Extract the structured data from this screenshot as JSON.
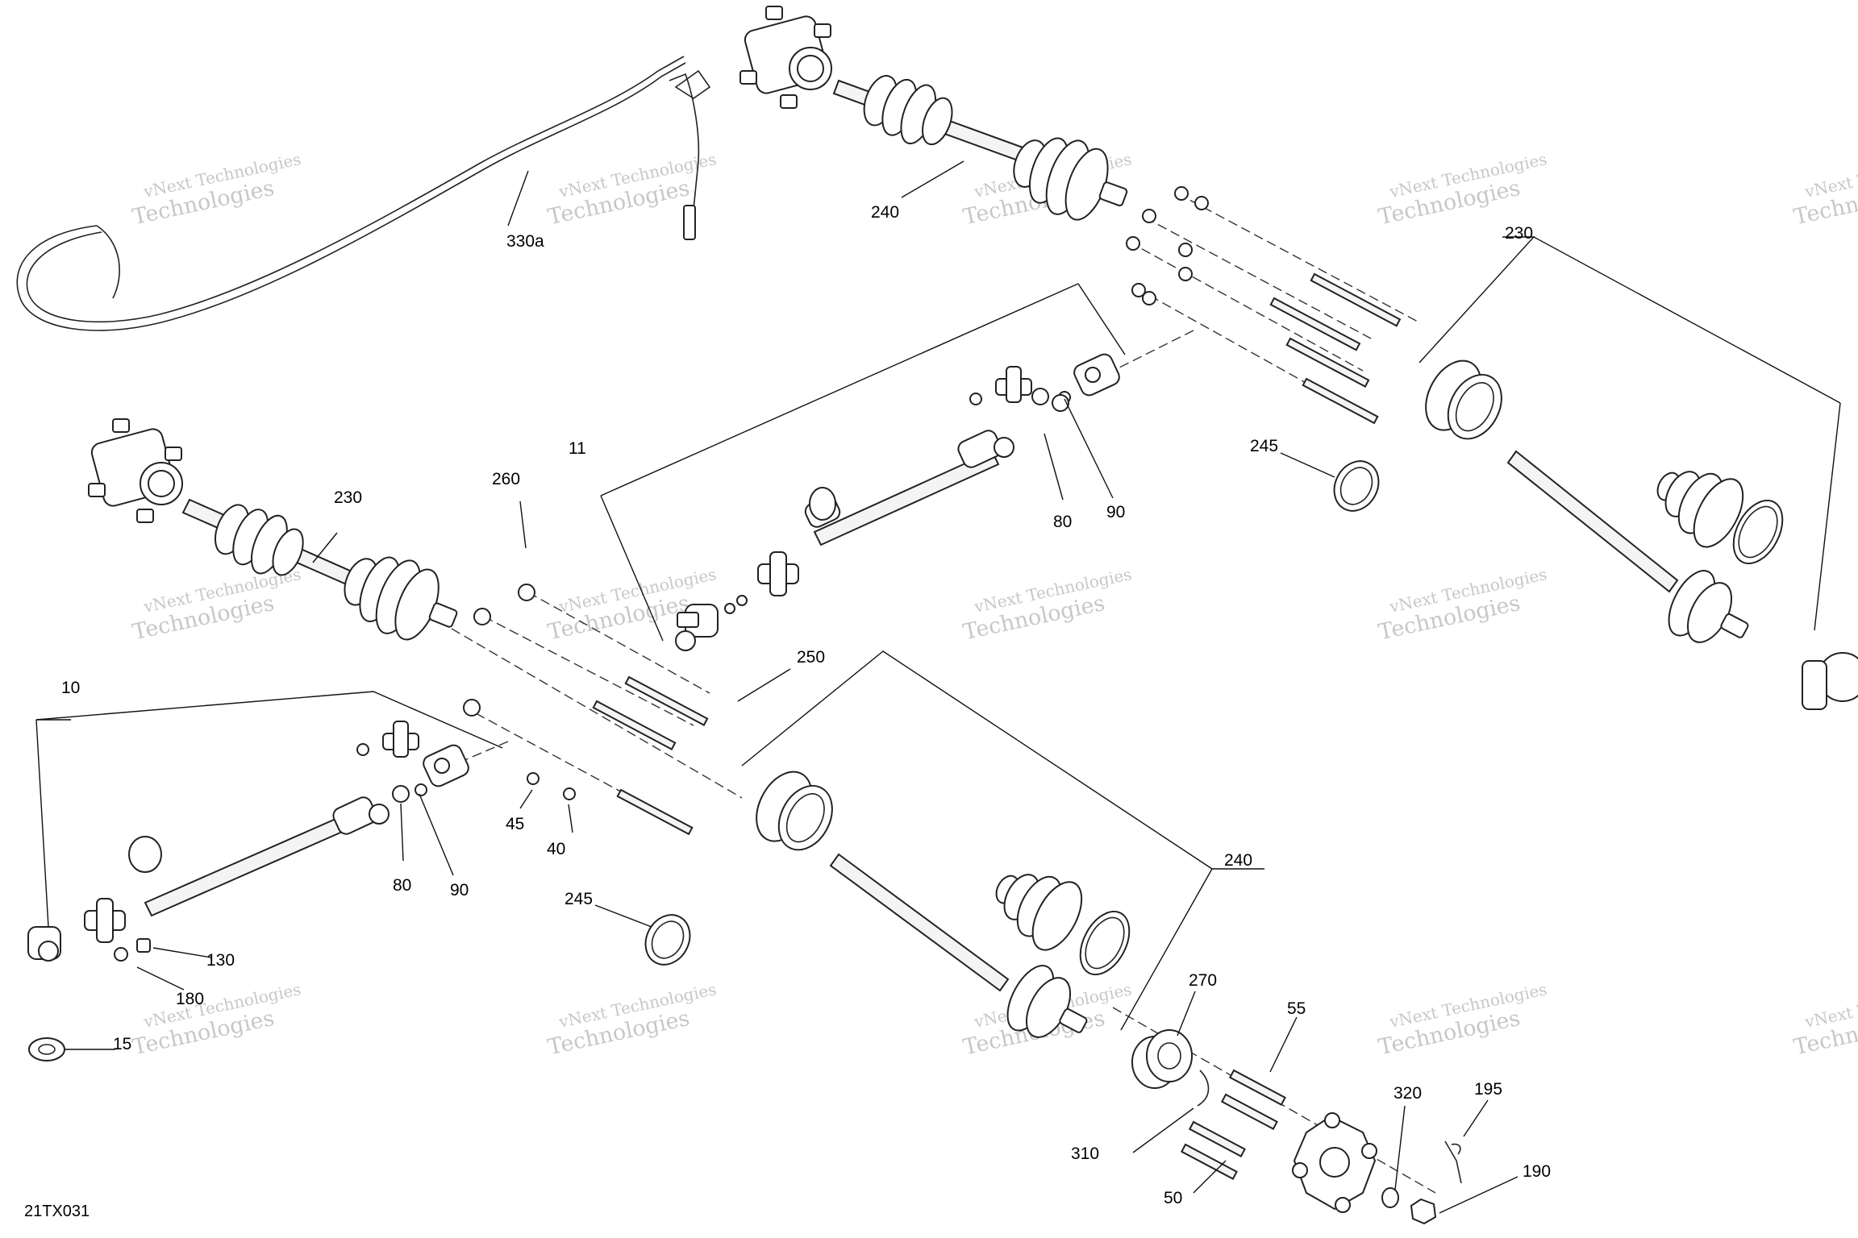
{
  "figure_code": "21TX031",
  "watermark": {
    "line1": "vNext Technologies",
    "line2": "Technologies",
    "brand": "vNext"
  },
  "callouts": [
    {
      "id": "330a",
      "text": "330a"
    },
    {
      "id": "240-top",
      "text": "240"
    },
    {
      "id": "230-right",
      "text": "230"
    },
    {
      "id": "245-right",
      "text": "245"
    },
    {
      "id": "80-upper",
      "text": "80"
    },
    {
      "id": "90-upper",
      "text": "90"
    },
    {
      "id": "11",
      "text": "11"
    },
    {
      "id": "260",
      "text": "260"
    },
    {
      "id": "230-left",
      "text": "230"
    },
    {
      "id": "250",
      "text": "250"
    },
    {
      "id": "10",
      "text": "10"
    },
    {
      "id": "45",
      "text": "45"
    },
    {
      "id": "40",
      "text": "40"
    },
    {
      "id": "80-lower",
      "text": "80"
    },
    {
      "id": "90-lower",
      "text": "90"
    },
    {
      "id": "240-bottom",
      "text": "240"
    },
    {
      "id": "245-left",
      "text": "245"
    },
    {
      "id": "130",
      "text": "130"
    },
    {
      "id": "180",
      "text": "180"
    },
    {
      "id": "15",
      "text": "15"
    },
    {
      "id": "270",
      "text": "270"
    },
    {
      "id": "55",
      "text": "55"
    },
    {
      "id": "320",
      "text": "320"
    },
    {
      "id": "195",
      "text": "195"
    },
    {
      "id": "310",
      "text": "310"
    },
    {
      "id": "190",
      "text": "190"
    },
    {
      "id": "50",
      "text": "50"
    }
  ]
}
